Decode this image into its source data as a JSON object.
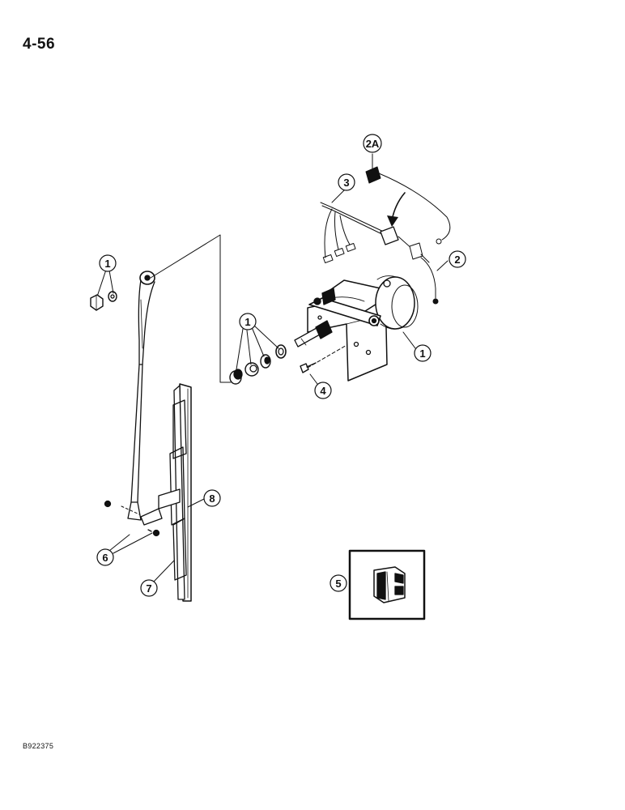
{
  "page": {
    "number": "4-56",
    "figure_code": "B922375"
  },
  "callouts": [
    {
      "id": "c1a",
      "label": "1"
    },
    {
      "id": "c1b",
      "label": "1"
    },
    {
      "id": "c1c",
      "label": "1"
    },
    {
      "id": "c2",
      "label": "2"
    },
    {
      "id": "c2a",
      "label": "2A"
    },
    {
      "id": "c3",
      "label": "3"
    },
    {
      "id": "c4",
      "label": "4"
    },
    {
      "id": "c5",
      "label": "5"
    },
    {
      "id": "c6",
      "label": "6"
    },
    {
      "id": "c7",
      "label": "7"
    },
    {
      "id": "c8",
      "label": "8"
    }
  ]
}
